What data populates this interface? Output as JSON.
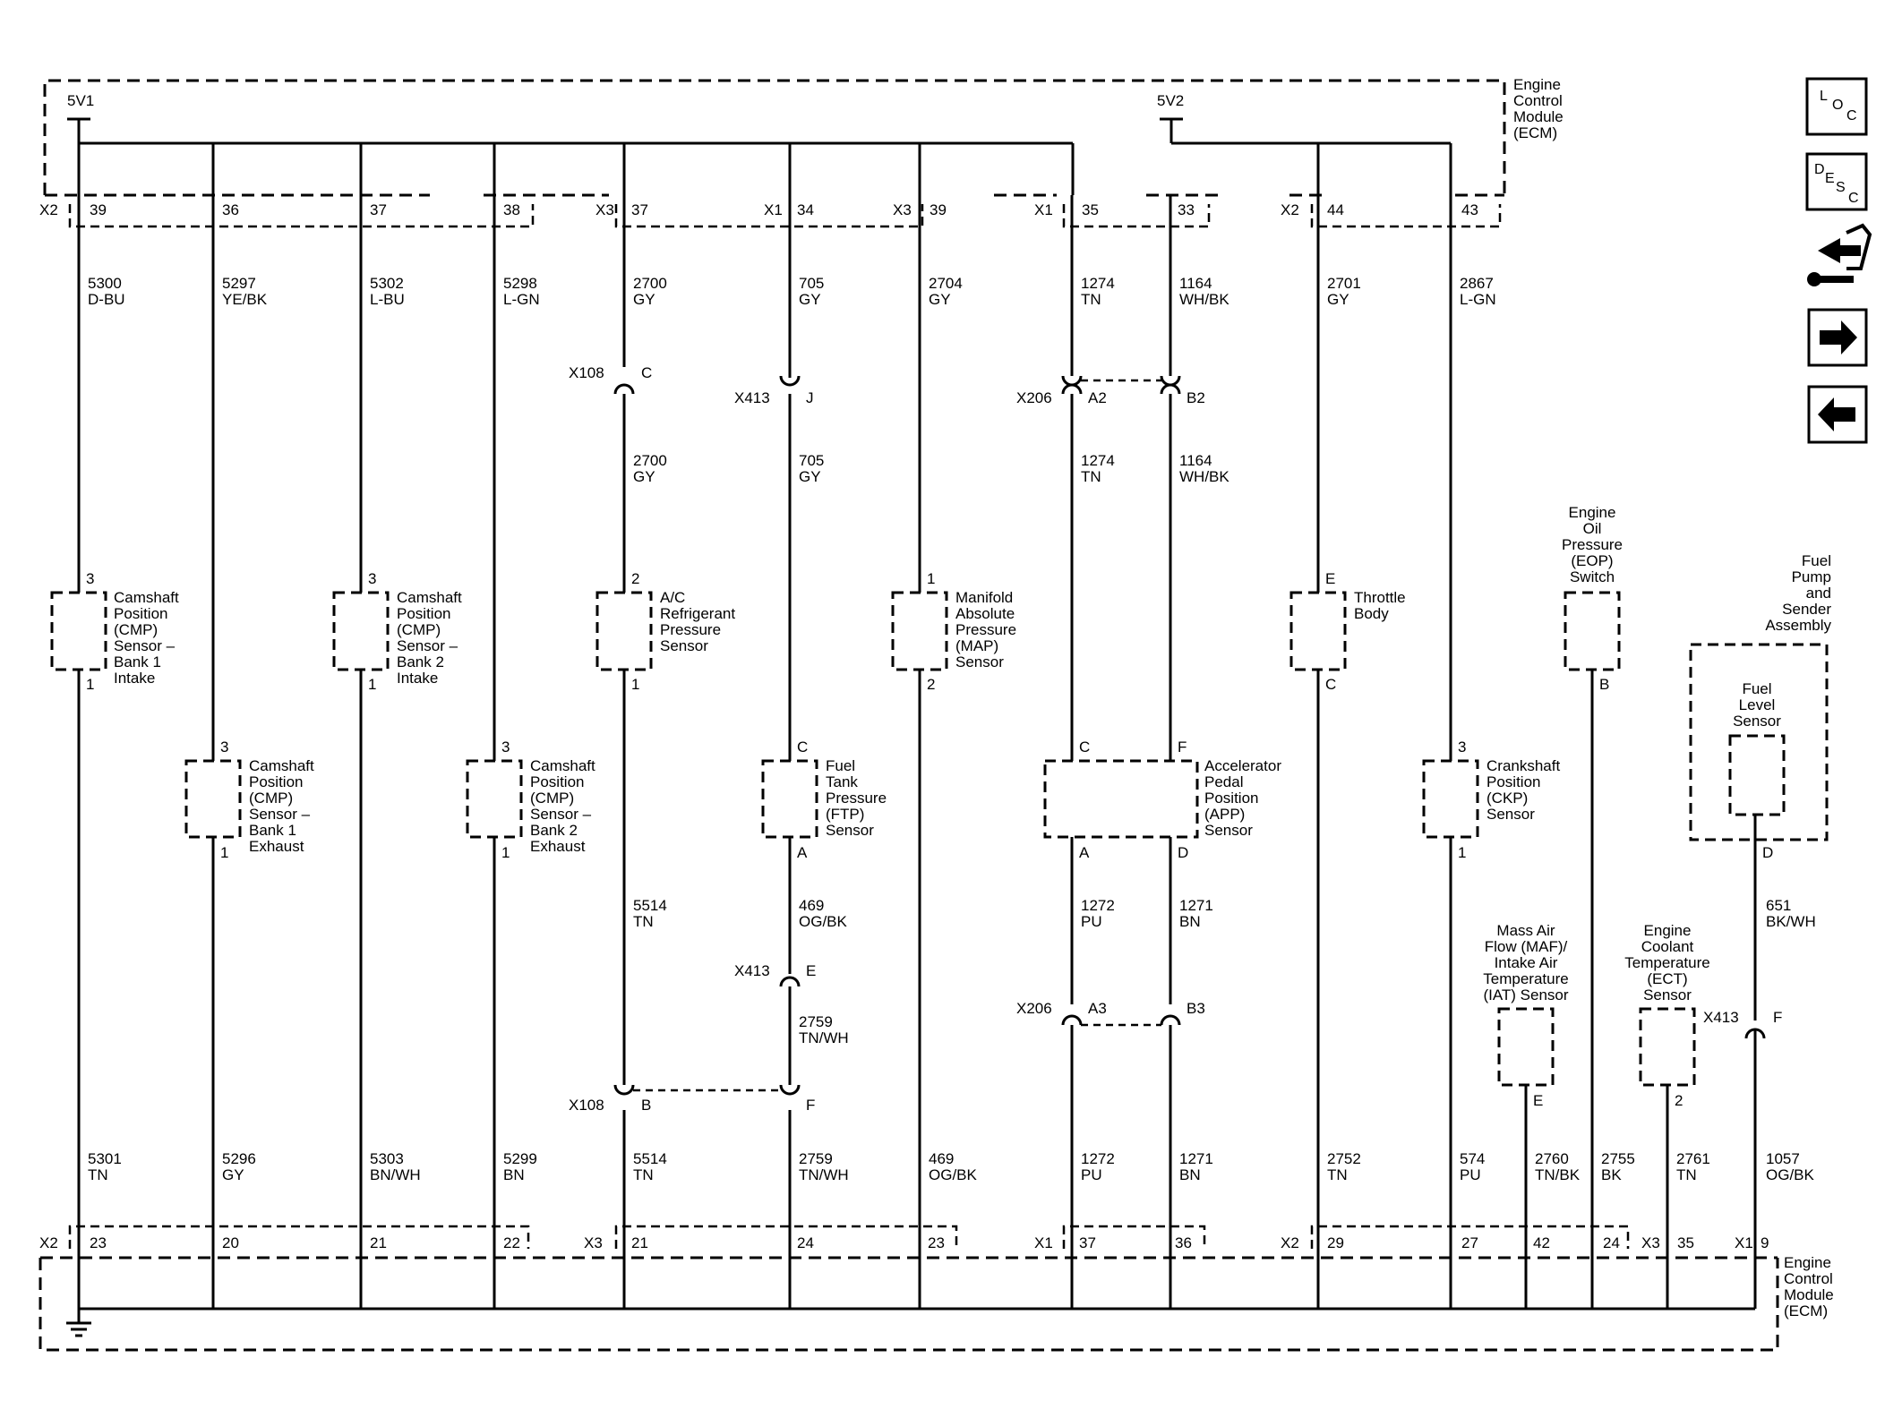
{
  "ecm_top": [
    "Engine",
    "Control",
    "Module",
    "(ECM)"
  ],
  "ecm_bottom": [
    "Engine",
    "Control",
    "Module",
    "(ECM)"
  ],
  "power": [
    "5V1",
    "5V2"
  ],
  "top_connectors": {
    "labels": [
      "X2",
      "X3",
      "X1",
      "X3",
      "X1",
      "X2"
    ],
    "pins": [
      "39",
      "36",
      "37",
      "38",
      "37",
      "34",
      "39",
      "35",
      "33",
      "44",
      "43"
    ]
  },
  "bottom_connectors": {
    "labels": [
      "X2",
      "X3",
      "X1",
      "X2",
      "X3",
      "X1"
    ],
    "pins": [
      "23",
      "20",
      "21",
      "22",
      "21",
      "24",
      "23",
      "37",
      "36",
      "29",
      "27",
      "42",
      "24",
      "35",
      "9"
    ]
  },
  "upper_wires": [
    [
      "5300",
      "D-BU"
    ],
    [
      "5297",
      "YE/BK"
    ],
    [
      "5302",
      "L-BU"
    ],
    [
      "5298",
      "L-GN"
    ],
    [
      "2700",
      "GY"
    ],
    [
      "705",
      "GY"
    ],
    [
      "2704",
      "GY"
    ],
    [
      "1274",
      "TN"
    ],
    [
      "1164",
      "WH/BK"
    ],
    [
      "2701",
      "GY"
    ],
    [
      "2867",
      "L-GN"
    ],
    [
      "2700",
      "GY"
    ],
    [
      "705",
      "GY"
    ],
    [
      "1274",
      "TN"
    ],
    [
      "1164",
      "WH/BK"
    ]
  ],
  "mid_wires": [
    [
      "5514",
      "TN"
    ],
    [
      "469",
      "OG/BK"
    ],
    [
      "2759",
      "TN/WH"
    ],
    [
      "1272",
      "PU"
    ],
    [
      "1271",
      "BN"
    ],
    [
      "651",
      "BK/WH"
    ]
  ],
  "lower_wires": [
    [
      "5301",
      "TN"
    ],
    [
      "5296",
      "GY"
    ],
    [
      "5303",
      "BN/WH"
    ],
    [
      "5299",
      "BN"
    ],
    [
      "5514",
      "TN"
    ],
    [
      "2759",
      "TN/WH"
    ],
    [
      "469",
      "OG/BK"
    ],
    [
      "1272",
      "PU"
    ],
    [
      "1271",
      "BN"
    ],
    [
      "2752",
      "TN"
    ],
    [
      "574",
      "PU"
    ],
    [
      "2760",
      "TN/BK"
    ],
    [
      "2755",
      "BK"
    ],
    [
      "2761",
      "TN"
    ],
    [
      "1057",
      "OG/BK"
    ]
  ],
  "inline_connectors": {
    "names": [
      "X108",
      "X413",
      "X206",
      "X413",
      "X206",
      "X108",
      "X413"
    ],
    "pins": [
      "C",
      "J",
      "A2",
      "B2",
      "E",
      "A3",
      "B3",
      "B",
      "F",
      "F"
    ]
  },
  "component_pins": [
    "3",
    "1",
    "3",
    "1",
    "3",
    "1",
    "3",
    "1",
    "2",
    "1",
    "1",
    "2",
    "C",
    "A",
    "C",
    "F",
    "A",
    "D",
    "E",
    "C",
    "3",
    "1",
    "B",
    "D",
    "E",
    "2"
  ],
  "components": [
    {
      "name": [
        "Camshaft",
        "Position",
        "(CMP)",
        "Sensor –",
        "Bank 1",
        "Intake"
      ]
    },
    {
      "name": [
        "Camshaft",
        "Position",
        "(CMP)",
        "Sensor –",
        "Bank 1",
        "Exhaust"
      ]
    },
    {
      "name": [
        "Camshaft",
        "Position",
        "(CMP)",
        "Sensor –",
        "Bank 2",
        "Intake"
      ]
    },
    {
      "name": [
        "Camshaft",
        "Position",
        "(CMP)",
        "Sensor –",
        "Bank 2",
        "Exhaust"
      ]
    },
    {
      "name": [
        "A/C",
        "Refrigerant",
        "Pressure",
        "Sensor"
      ]
    },
    {
      "name": [
        "Fuel",
        "Tank",
        "Pressure",
        "(FTP)",
        "Sensor"
      ]
    },
    {
      "name": [
        "Manifold",
        "Absolute",
        "Pressure",
        "(MAP)",
        "Sensor"
      ]
    },
    {
      "name": [
        "Accelerator",
        "Pedal",
        "Position",
        "(APP)",
        "Sensor"
      ]
    },
    {
      "name": [
        "Throttle",
        "Body"
      ]
    },
    {
      "name": [
        "Crankshaft",
        "Position",
        "(CKP)",
        "Sensor"
      ]
    },
    {
      "name": [
        "Engine",
        "Oil",
        "Pressure",
        "(EOP)",
        "Switch"
      ]
    },
    {
      "name": [
        "Fuel",
        "Pump",
        "and",
        "Sender",
        "Assembly"
      ]
    },
    {
      "name": [
        "Fuel",
        "Level",
        "Sensor"
      ]
    },
    {
      "name": [
        "Mass Air",
        "Flow (MAF)/",
        "Intake Air",
        "Temperature",
        "(IAT) Sensor"
      ]
    },
    {
      "name": [
        "Engine",
        "Coolant",
        "Temperature",
        "(ECT)",
        "Sensor"
      ]
    }
  ],
  "nav_buttons": {
    "loc": [
      "L",
      "O",
      "C"
    ],
    "desc": [
      "D",
      "E",
      "S",
      "C"
    ],
    "diagnostic": "diagnostic-icon",
    "next": "arrow-right-icon",
    "back": "arrow-left-icon"
  }
}
